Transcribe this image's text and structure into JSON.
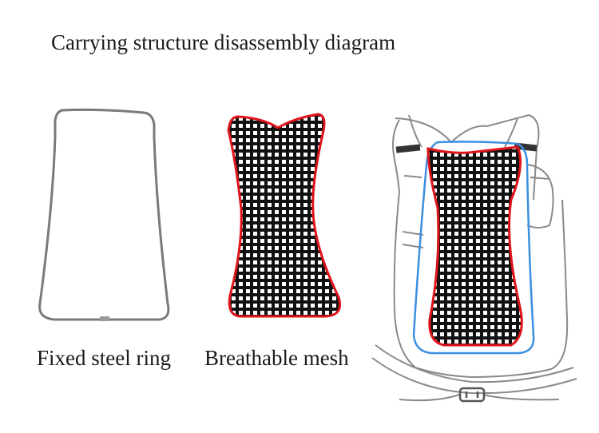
{
  "title": "Carrying structure disassembly diagram",
  "labels": {
    "ring": "Fixed steel ring",
    "mesh": "Breathable mesh"
  },
  "colors": {
    "ring_stroke": "#7a7a7a",
    "mesh_outline": "#e0141b",
    "mesh_fill": "#111111",
    "mesh_grid": "#ffffff",
    "frame_outline": "#3c8fe0",
    "sketch": "#8a8a8a"
  }
}
